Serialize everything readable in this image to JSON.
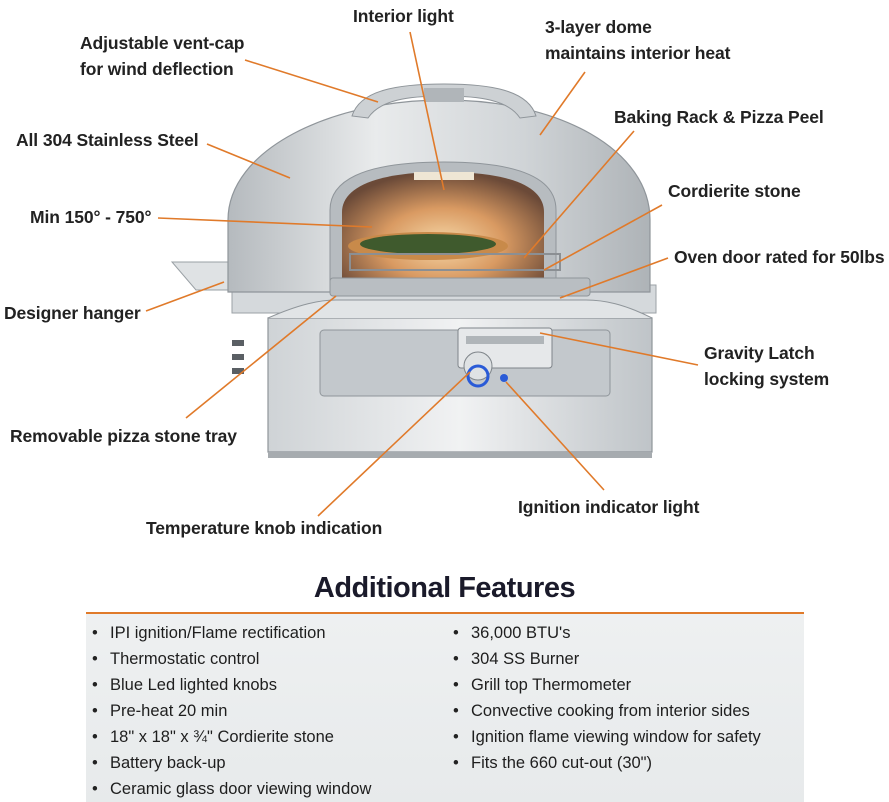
{
  "callouts": {
    "interior_light": "Interior light",
    "three_layer_dome": [
      "3-layer dome",
      "maintains interior heat"
    ],
    "vent_cap": [
      "Adjustable vent-cap",
      "for wind deflection"
    ],
    "stainless_steel": "All 304 Stainless Steel",
    "baking_rack": "Baking Rack & Pizza Peel",
    "cordierite_stone": "Cordierite stone",
    "temperature": "Min 150° - 750°",
    "oven_door": "Oven door rated for 50lbs",
    "designer_hanger": "Designer hanger",
    "gravity_latch": [
      "Gravity Latch",
      "locking system"
    ],
    "stone_tray": "Removable pizza stone tray",
    "ignition_light": "Ignition indicator light",
    "temperature_knob": "Temperature knob indication"
  },
  "features": {
    "title": "Additional Features",
    "left_column": [
      "IPI ignition/Flame rectification",
      "Thermostatic control",
      "Blue Led lighted knobs",
      "Pre-heat 20 min",
      "18\" x 18\" x ¾\" Cordierite stone",
      "Battery back-up",
      "Ceramic glass door viewing window"
    ],
    "right_column": [
      "36,000 BTU's",
      "304 SS Burner",
      "Grill top Thermometer",
      "Convective cooking from interior sides",
      "Ignition flame viewing window for safety",
      "Fits the 660 cut-out (30\")"
    ]
  },
  "colors": {
    "leader_line": "#e07a2a",
    "steel": "#c9cdd0",
    "accent_blue": "#2a5bd7"
  }
}
